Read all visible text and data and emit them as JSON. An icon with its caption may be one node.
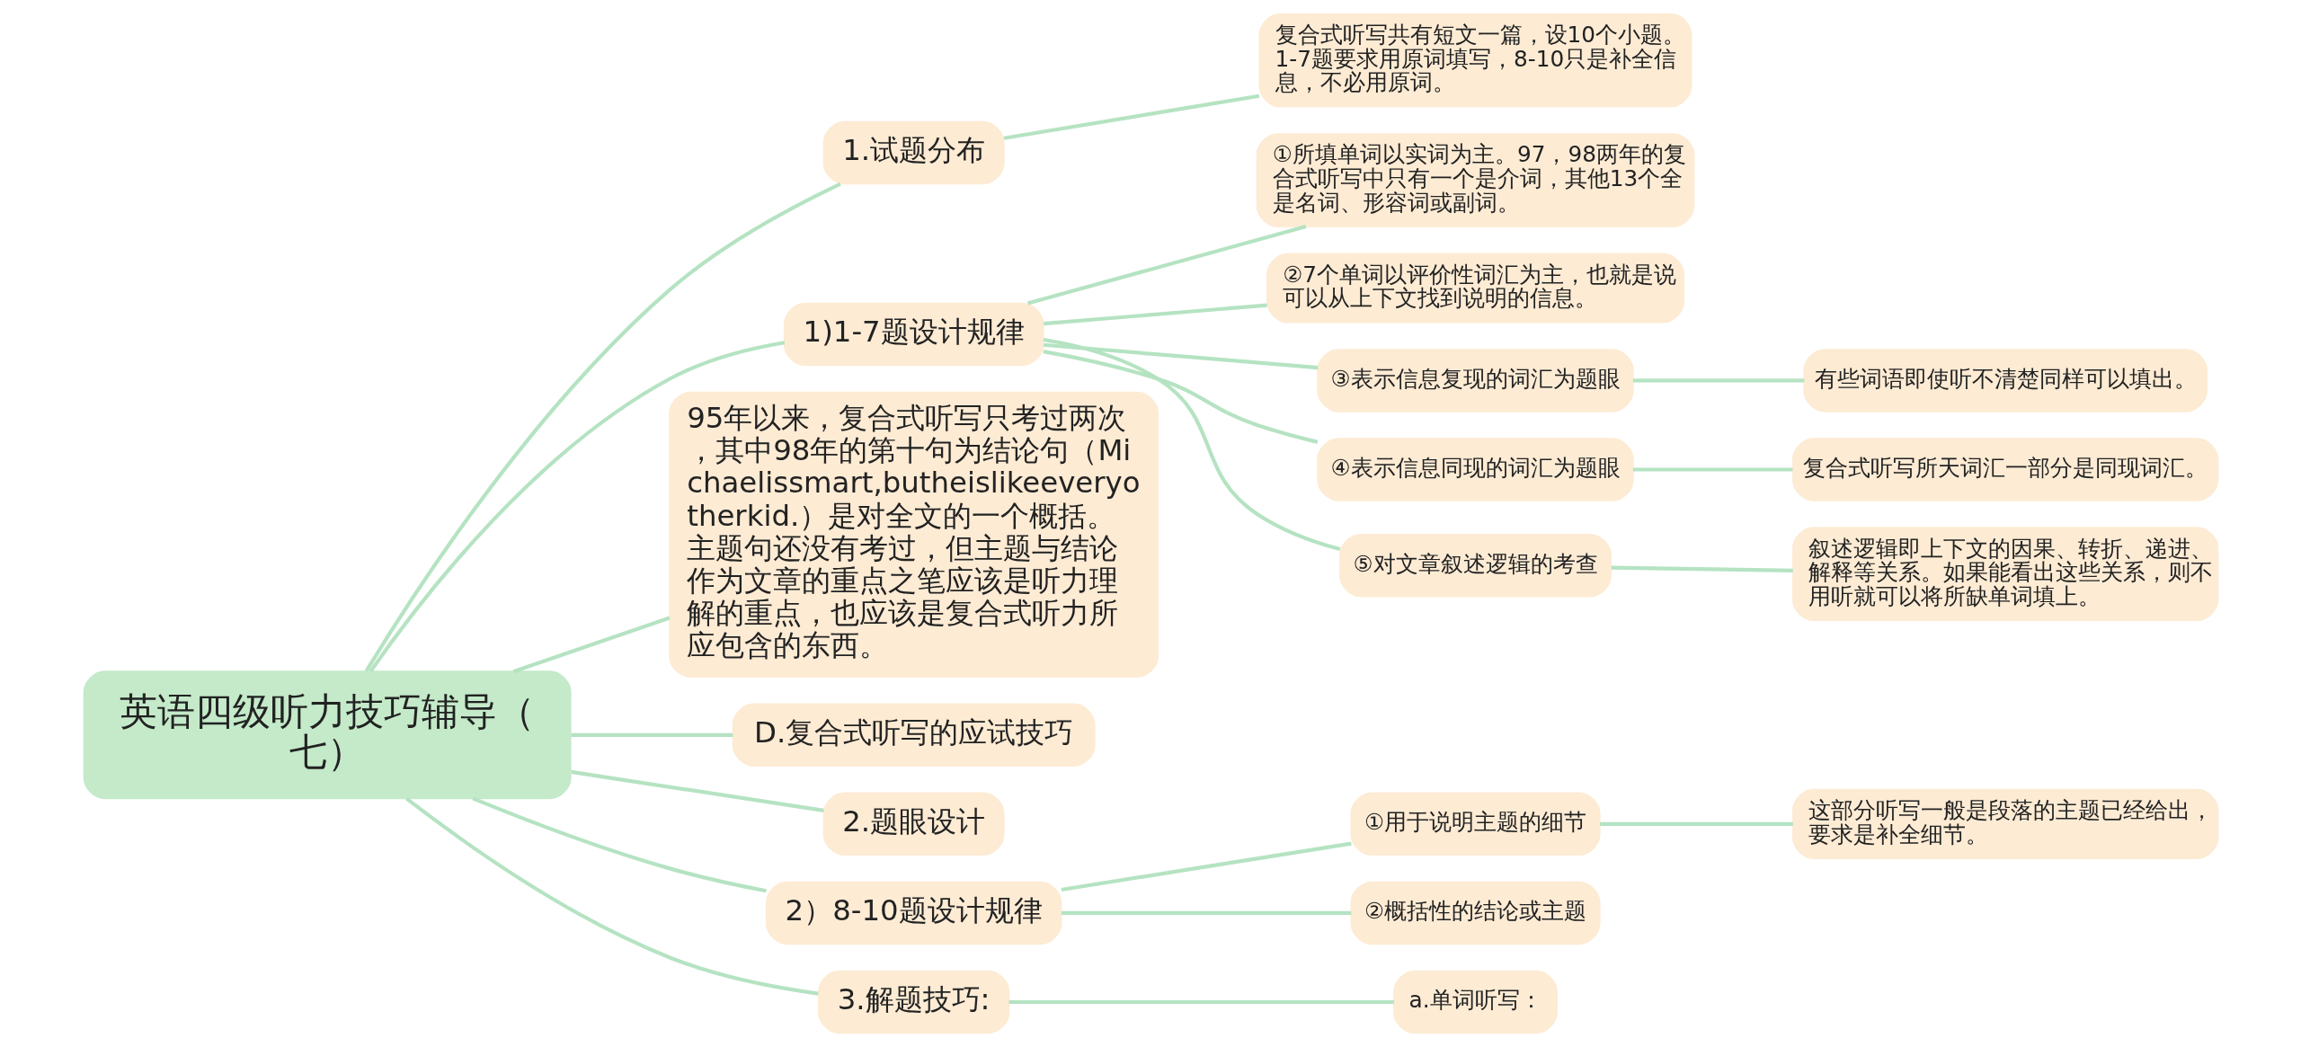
{
  "diagram": {
    "nodes": [
      {
        "text": [
          "英语四级听力技巧辅导（七）"
        ]
      },
      {
        "text": [
          "1.试题分布"
        ]
      },
      {
        "text": [
          "复合式听写共有短文一篇，设10个小题。1-7题要求用原词填写，8-10只是补全信息，不必用原词。"
        ]
      },
      {
        "text": [
          "1)1-7题设计规律"
        ]
      },
      {
        "text": [
          "①所填单词以实词为主。97，98两年的复合式听写中只有一个是介词，其他13个全是名词、形容词或副词。"
        ]
      },
      {
        "text": [
          "②7个单词以评价性词汇为主，也就是说可以从上下文找到说明的信息。"
        ]
      },
      {
        "text": [
          "③表示信息复现的词汇为题眼"
        ]
      },
      {
        "text": [
          "有些词语即使听不清楚同样可以填出。"
        ]
      },
      {
        "text": [
          "④表示信息同现的词汇为题眼"
        ]
      },
      {
        "text": [
          "复合式听写所天词汇一部分是同现词汇。"
        ]
      },
      {
        "text": [
          "⑤对文章叙述逻辑的考查"
        ]
      },
      {
        "text": [
          "叙述逻辑即上下文的因果、转折、递进、解释等关系。如果能看出这些关系，则不用听就可以将所缺单词填上。"
        ]
      },
      {
        "text": [
          "95年以来，复合式听写只考过两次，其中98年的第十句为结论句（Michaelissmart,butheislikeeveryotherkid.）是对全文的一个概括。主题句还没有考过，但主题与结论作为文章的重点之笔应该是听力理解的重点，也应该是复合式听力所应包含的东西。"
        ]
      },
      {
        "text": [
          "D.复合式听写的应试技巧"
        ]
      },
      {
        "text": [
          "2.题眼设计"
        ]
      },
      {
        "text": [
          "2）8-10题设计规律"
        ]
      },
      {
        "text": [
          "①用于说明主题的细节"
        ]
      },
      {
        "text": [
          "这部分听写一般是段落的主题已经给出，要求是补全细节。"
        ]
      },
      {
        "text": [
          "②概括性的结论或主题"
        ]
      },
      {
        "text": [
          "3.解题技巧:"
        ]
      },
      {
        "text": [
          "a.单词听写："
        ]
      }
    ],
    "edges": [
      {
        "from": 0,
        "to": 1,
        "arrow": "none"
      },
      {
        "from": 1,
        "to": 2,
        "arrow": "none"
      },
      {
        "from": 0,
        "to": 3,
        "arrow": "none"
      },
      {
        "from": 3,
        "to": 4,
        "arrow": "none"
      },
      {
        "from": 3,
        "to": 5,
        "arrow": "none"
      },
      {
        "from": 3,
        "to": 6,
        "arrow": "none"
      },
      {
        "from": 6,
        "to": 7,
        "arrow": "none"
      },
      {
        "from": 3,
        "to": 8,
        "arrow": "none"
      },
      {
        "from": 8,
        "to": 9,
        "arrow": "none"
      },
      {
        "from": 3,
        "to": 10,
        "arrow": "none"
      },
      {
        "from": 10,
        "to": 11,
        "arrow": "none"
      },
      {
        "from": 0,
        "to": 12,
        "arrow": "none"
      },
      {
        "from": 0,
        "to": 13,
        "arrow": "none"
      },
      {
        "from": 0,
        "to": 14,
        "arrow": "none"
      },
      {
        "from": 0,
        "to": 15,
        "arrow": "none"
      },
      {
        "from": 15,
        "to": 16,
        "arrow": "none"
      },
      {
        "from": 16,
        "to": 17,
        "arrow": "none"
      },
      {
        "from": 15,
        "to": 18,
        "arrow": "none"
      },
      {
        "from": 0,
        "to": 19,
        "arrow": "none"
      },
      {
        "from": 19,
        "to": 20,
        "arrow": "none"
      }
    ]
  }
}
